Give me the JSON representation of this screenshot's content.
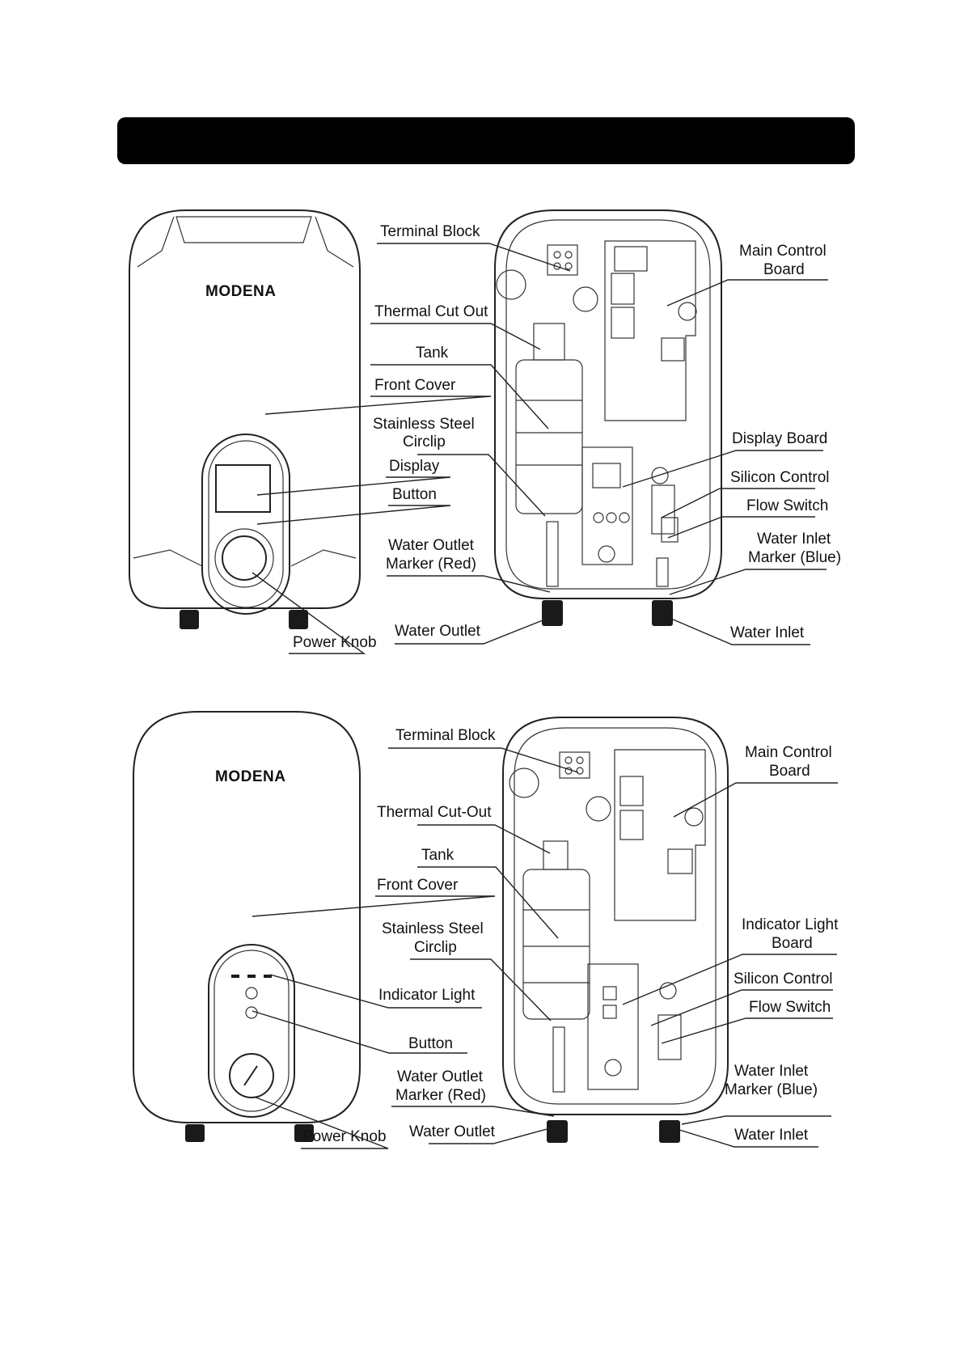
{
  "title_bar": {
    "text": ""
  },
  "diagram1": {
    "brand": "MODENA",
    "labels": {
      "terminal_block": "Terminal Block",
      "main_control_board_1": "Main Control",
      "main_control_board_2": "Board",
      "thermal_cut_out": "Thermal Cut Out",
      "tank": "Tank",
      "front_cover": "Front Cover",
      "stainless_steel_circlip_1": "Stainless Steel",
      "stainless_steel_circlip_2": "Circlip",
      "display_board": "Display Board",
      "display": "Display",
      "silicon_control": "Silicon Control",
      "button": "Button",
      "flow_switch": "Flow Switch",
      "water_outlet_marker_1": "Water Outlet",
      "water_outlet_marker_2": "Marker (Red)",
      "water_inlet_marker_1": "Water Inlet",
      "water_inlet_marker_2": "Marker (Blue)",
      "water_outlet": "Water Outlet",
      "water_inlet": "Water Inlet",
      "power_knob": "Power Knob"
    }
  },
  "diagram2": {
    "brand": "MODENA",
    "labels": {
      "terminal_block": "Terminal Block",
      "main_control_board_1": "Main Control",
      "main_control_board_2": "Board",
      "thermal_cut_out": "Thermal Cut-Out",
      "tank": "Tank",
      "front_cover": "Front Cover",
      "stainless_steel_circlip_1": "Stainless Steel",
      "stainless_steel_circlip_2": "Circlip",
      "indicator_light_board_1": "Indicator Light",
      "indicator_light_board_2": "Board",
      "indicator_light": "Indicator Light",
      "silicon_control": "Silicon Control",
      "flow_switch": "Flow Switch",
      "button": "Button",
      "water_outlet_marker_1": "Water Outlet",
      "water_outlet_marker_2": "Marker (Red)",
      "water_inlet_marker_1": "Water Inlet",
      "water_inlet_marker_2": "Marker (Blue)",
      "water_outlet": "Water Outlet",
      "water_inlet": "Water Inlet",
      "power_knob": "Power Knob"
    }
  }
}
